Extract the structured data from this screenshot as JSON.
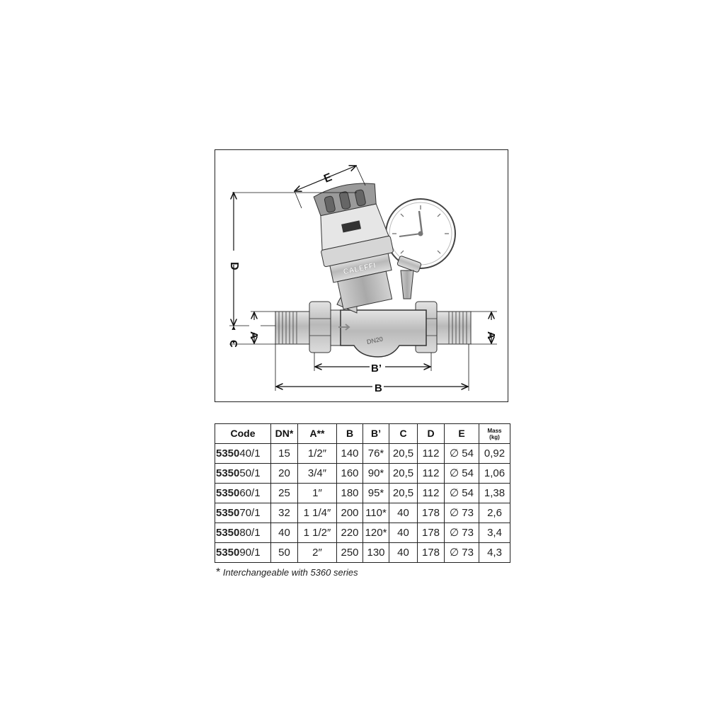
{
  "drawing": {
    "brand": "CALEFFI",
    "body_mark": "DN20",
    "dimensions": {
      "A": "A",
      "B": "B",
      "B_prime": "B’",
      "C": "C",
      "D": "D",
      "E": "E"
    }
  },
  "table": {
    "headers": [
      "Code",
      "DN*",
      "A**",
      "B",
      "B’",
      "C",
      "D",
      "E"
    ],
    "mass_header_line1": "Mass",
    "mass_header_line2": "(kg)",
    "rows": [
      {
        "code_prefix": "5350",
        "code_suffix": "40/1",
        "dn": "15",
        "a": "1/2″",
        "b": "140",
        "b_prime": "76*",
        "c": "20,5",
        "d": "112",
        "e": "∅ 54",
        "mass": "0,92"
      },
      {
        "code_prefix": "5350",
        "code_suffix": "50/1",
        "dn": "20",
        "a": "3/4″",
        "b": "160",
        "b_prime": "90*",
        "c": "20,5",
        "d": "112",
        "e": "∅ 54",
        "mass": "1,06"
      },
      {
        "code_prefix": "5350",
        "code_suffix": "60/1",
        "dn": "25",
        "a": "1″",
        "b": "180",
        "b_prime": "95*",
        "c": "20,5",
        "d": "112",
        "e": "∅ 54",
        "mass": "1,38"
      },
      {
        "code_prefix": "5350",
        "code_suffix": "70/1",
        "dn": "32",
        "a": "1 1/4″",
        "b": "200",
        "b_prime": "110*",
        "c": "40",
        "d": "178",
        "e": "∅ 73",
        "mass": "2,6"
      },
      {
        "code_prefix": "5350",
        "code_suffix": "80/1",
        "dn": "40",
        "a": "1 1/2″",
        "b": "220",
        "b_prime": "120*",
        "c": "40",
        "d": "178",
        "e": "∅ 73",
        "mass": "3,4"
      },
      {
        "code_prefix": "5350",
        "code_suffix": "90/1",
        "dn": "50",
        "a": "2″",
        "b": "250",
        "b_prime": "130",
        "c": "40",
        "d": "178",
        "e": "∅ 73",
        "mass": "4,3"
      }
    ]
  },
  "footnote": {
    "star": "*",
    "text": "Interchangeable with 5360 series"
  }
}
